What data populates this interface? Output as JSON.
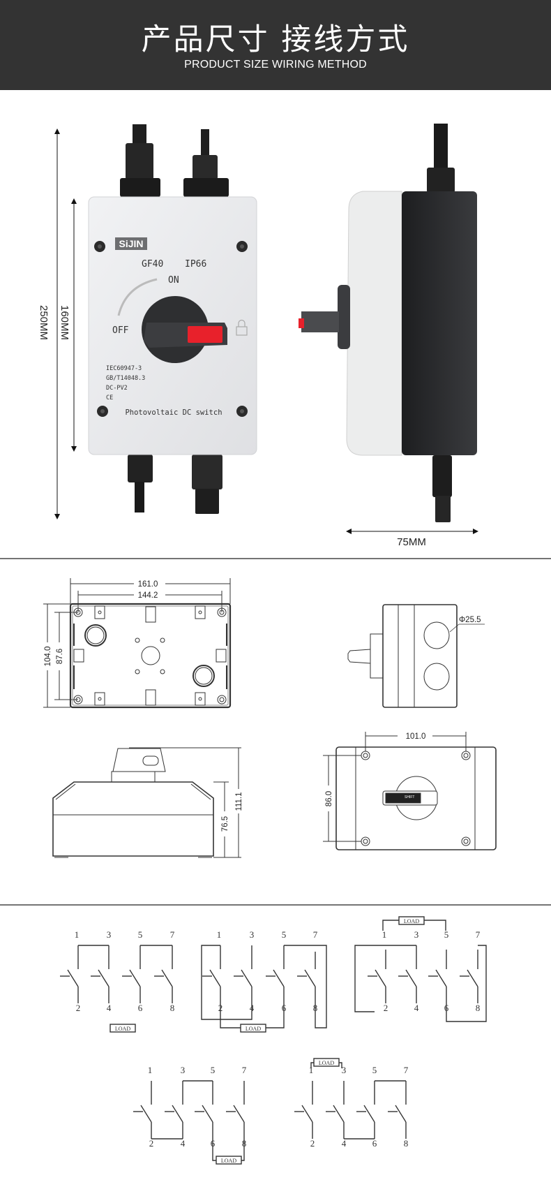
{
  "header": {
    "title": "产品尺寸  接线方式",
    "subtitle": "PRODUCT SIZE WIRING METHOD"
  },
  "photo": {
    "brand": "SiJIN",
    "material": "GF40",
    "rating": "IP66",
    "on_label": "ON",
    "off_label": "OFF",
    "cert_lines": [
      "IEC60947-3",
      "GB/T14048.3",
      "DC-PV2",
      "CE"
    ],
    "product_label": "Photovoltaic DC switch",
    "dim_total_height": "250MM",
    "dim_box_height": "160MM",
    "dim_depth": "75MM",
    "colors": {
      "handle_red": "#e8212b",
      "body": "#e9eaec",
      "dark": "#2e2f31"
    }
  },
  "drawings": {
    "width_outer": "161.0",
    "width_inner": "144.2",
    "height_outer": "104.0",
    "height_inner": "87.6",
    "hole_diameter": "Φ25.5",
    "total_depth": "111.1",
    "body_depth": "76.5",
    "screw_spacing_x": "101.0",
    "screw_spacing_y": "86.0",
    "handle_text": "SHIFT"
  },
  "wiring": {
    "top_terminals": [
      "1",
      "3",
      "5",
      "7"
    ],
    "bottom_terminals": [
      "2",
      "4",
      "6",
      "8"
    ],
    "load_label": "LOAD"
  }
}
